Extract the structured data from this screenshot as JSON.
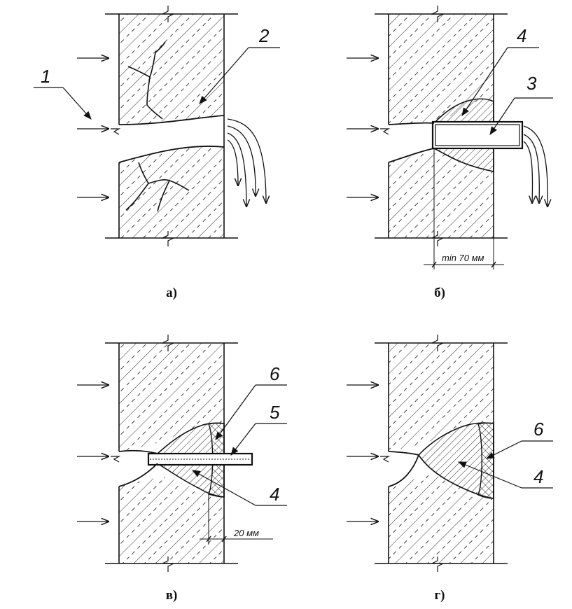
{
  "colors": {
    "ink": "#111111",
    "background": "#ffffff",
    "plug": "#ffffff"
  },
  "panels": [
    {
      "caption": "а)",
      "labels": [
        "1",
        "2"
      ],
      "dimension": ""
    },
    {
      "caption": "б)",
      "labels": [
        "3",
        "4"
      ],
      "dimension": "min 70 мм"
    },
    {
      "caption": "в)",
      "labels": [
        "6",
        "5",
        "4"
      ],
      "dimension": "20 мм"
    },
    {
      "caption": "г)",
      "labels": [
        "6",
        "4"
      ],
      "dimension": ""
    }
  ]
}
